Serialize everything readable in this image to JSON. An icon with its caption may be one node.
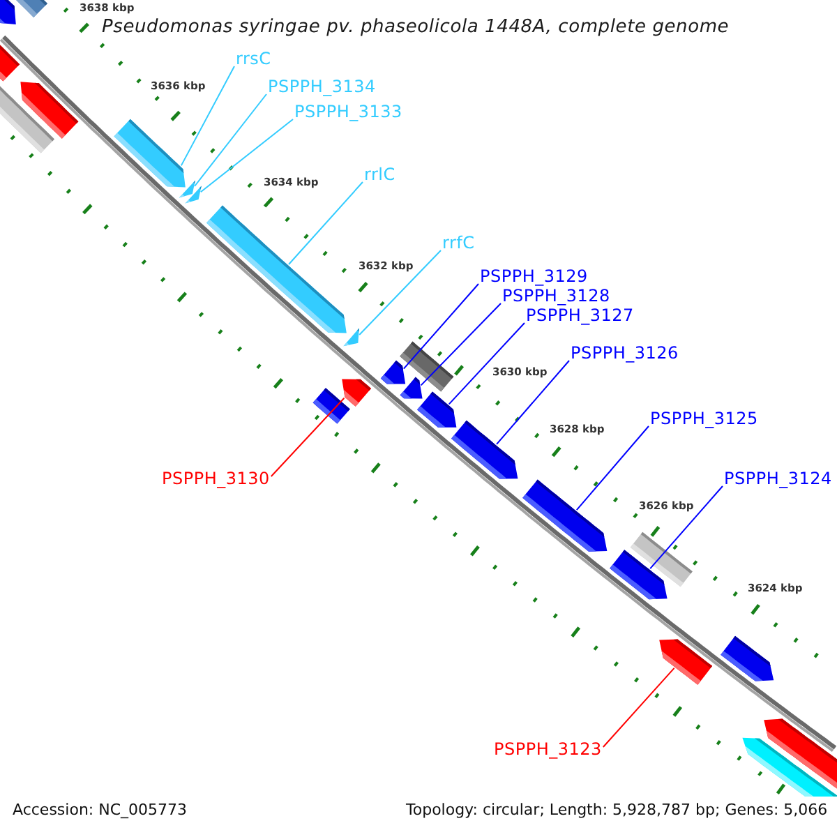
{
  "diagram": {
    "title": "Pseudomonas syringae pv. phaseolicola 1448A, complete genome",
    "nodes": [
      {
        "text": [
          "rrsC"
        ]
      },
      {
        "text": [
          "PSPPH_3134"
        ]
      },
      {
        "text": [
          "PSPPH_3133"
        ]
      },
      {
        "text": [
          "rrlC"
        ]
      },
      {
        "text": [
          "rrfC"
        ]
      },
      {
        "text": [
          "PSPPH_3129"
        ]
      },
      {
        "text": [
          "PSPPH_3128"
        ]
      },
      {
        "text": [
          "PSPPH_3127"
        ]
      },
      {
        "text": [
          "PSPPH_3126"
        ]
      },
      {
        "text": [
          "PSPPH_3125"
        ]
      },
      {
        "text": [
          "PSPPH_3130"
        ]
      },
      {
        "text": [
          "PSPPH_3124"
        ]
      },
      {
        "text": [
          "PSPPH_3123"
        ]
      },
      {
        "text": [],
        "shape": "arrow"
      },
      {
        "text": [],
        "shape": "bar"
      },
      {
        "text": [],
        "shape": "bar"
      },
      {
        "text": [],
        "shape": "bar"
      },
      {
        "text": [],
        "shape": "arrow"
      },
      {
        "text": [],
        "shape": "arrow"
      },
      {
        "text": [],
        "shape": "arrow"
      },
      {
        "text": [],
        "shape": "arrow"
      },
      {
        "text": [],
        "shape": "arrow"
      },
      {
        "text": [],
        "shape": "arrow"
      },
      {
        "text": [],
        "shape": "bar"
      },
      {
        "text": [],
        "shape": "arrow"
      },
      {
        "text": [],
        "shape": "arrow"
      },
      {
        "text": [],
        "shape": "bar"
      },
      {
        "text": [],
        "shape": "arrow"
      },
      {
        "text": [],
        "shape": "arrow"
      },
      {
        "text": [],
        "shape": "arrow"
      },
      {
        "text": [],
        "shape": "arrow"
      },
      {
        "text": [],
        "shape": "arrow"
      },
      {
        "text": [],
        "shape": "bar"
      },
      {
        "text": [],
        "shape": "arrow"
      },
      {
        "text": [],
        "shape": "arrow"
      },
      {
        "text": [],
        "shape": "arrow"
      },
      {
        "text": [],
        "shape": "arrow"
      }
    ],
    "edges": [
      {
        "from": 0,
        "to": 18,
        "arrow": "none",
        "color": "#33ccff"
      },
      {
        "from": 1,
        "to": 19,
        "arrow": "none",
        "color": "#33ccff"
      },
      {
        "from": 2,
        "to": 20,
        "arrow": "none",
        "color": "#33ccff"
      },
      {
        "from": 3,
        "to": 21,
        "arrow": "none",
        "color": "#33ccff"
      },
      {
        "from": 4,
        "to": 22,
        "arrow": "none",
        "color": "#33ccff"
      },
      {
        "from": 5,
        "to": 25,
        "arrow": "none"
      },
      {
        "from": 6,
        "to": 27,
        "arrow": "none"
      },
      {
        "from": 7,
        "to": 28,
        "arrow": "none"
      },
      {
        "from": 8,
        "to": 29,
        "arrow": "none"
      },
      {
        "from": 9,
        "to": 30,
        "arrow": "none"
      },
      {
        "from": 10,
        "to": 24,
        "arrow": "none",
        "color": "#ff0000"
      },
      {
        "from": 11,
        "to": 31,
        "arrow": "none"
      },
      {
        "from": 12,
        "to": 33,
        "arrow": "none",
        "color": "#ff0000"
      }
    ],
    "labels": [
      "3638 kbp",
      "3636 kbp",
      "3634 kbp",
      "3632 kbp",
      "3630 kbp",
      "3628 kbp",
      "3626 kbp",
      "3624 kbp",
      "Accession: NC_005773",
      "Topology: circular; Length: 5,928,787 bp; Genes: 5,066"
    ]
  }
}
